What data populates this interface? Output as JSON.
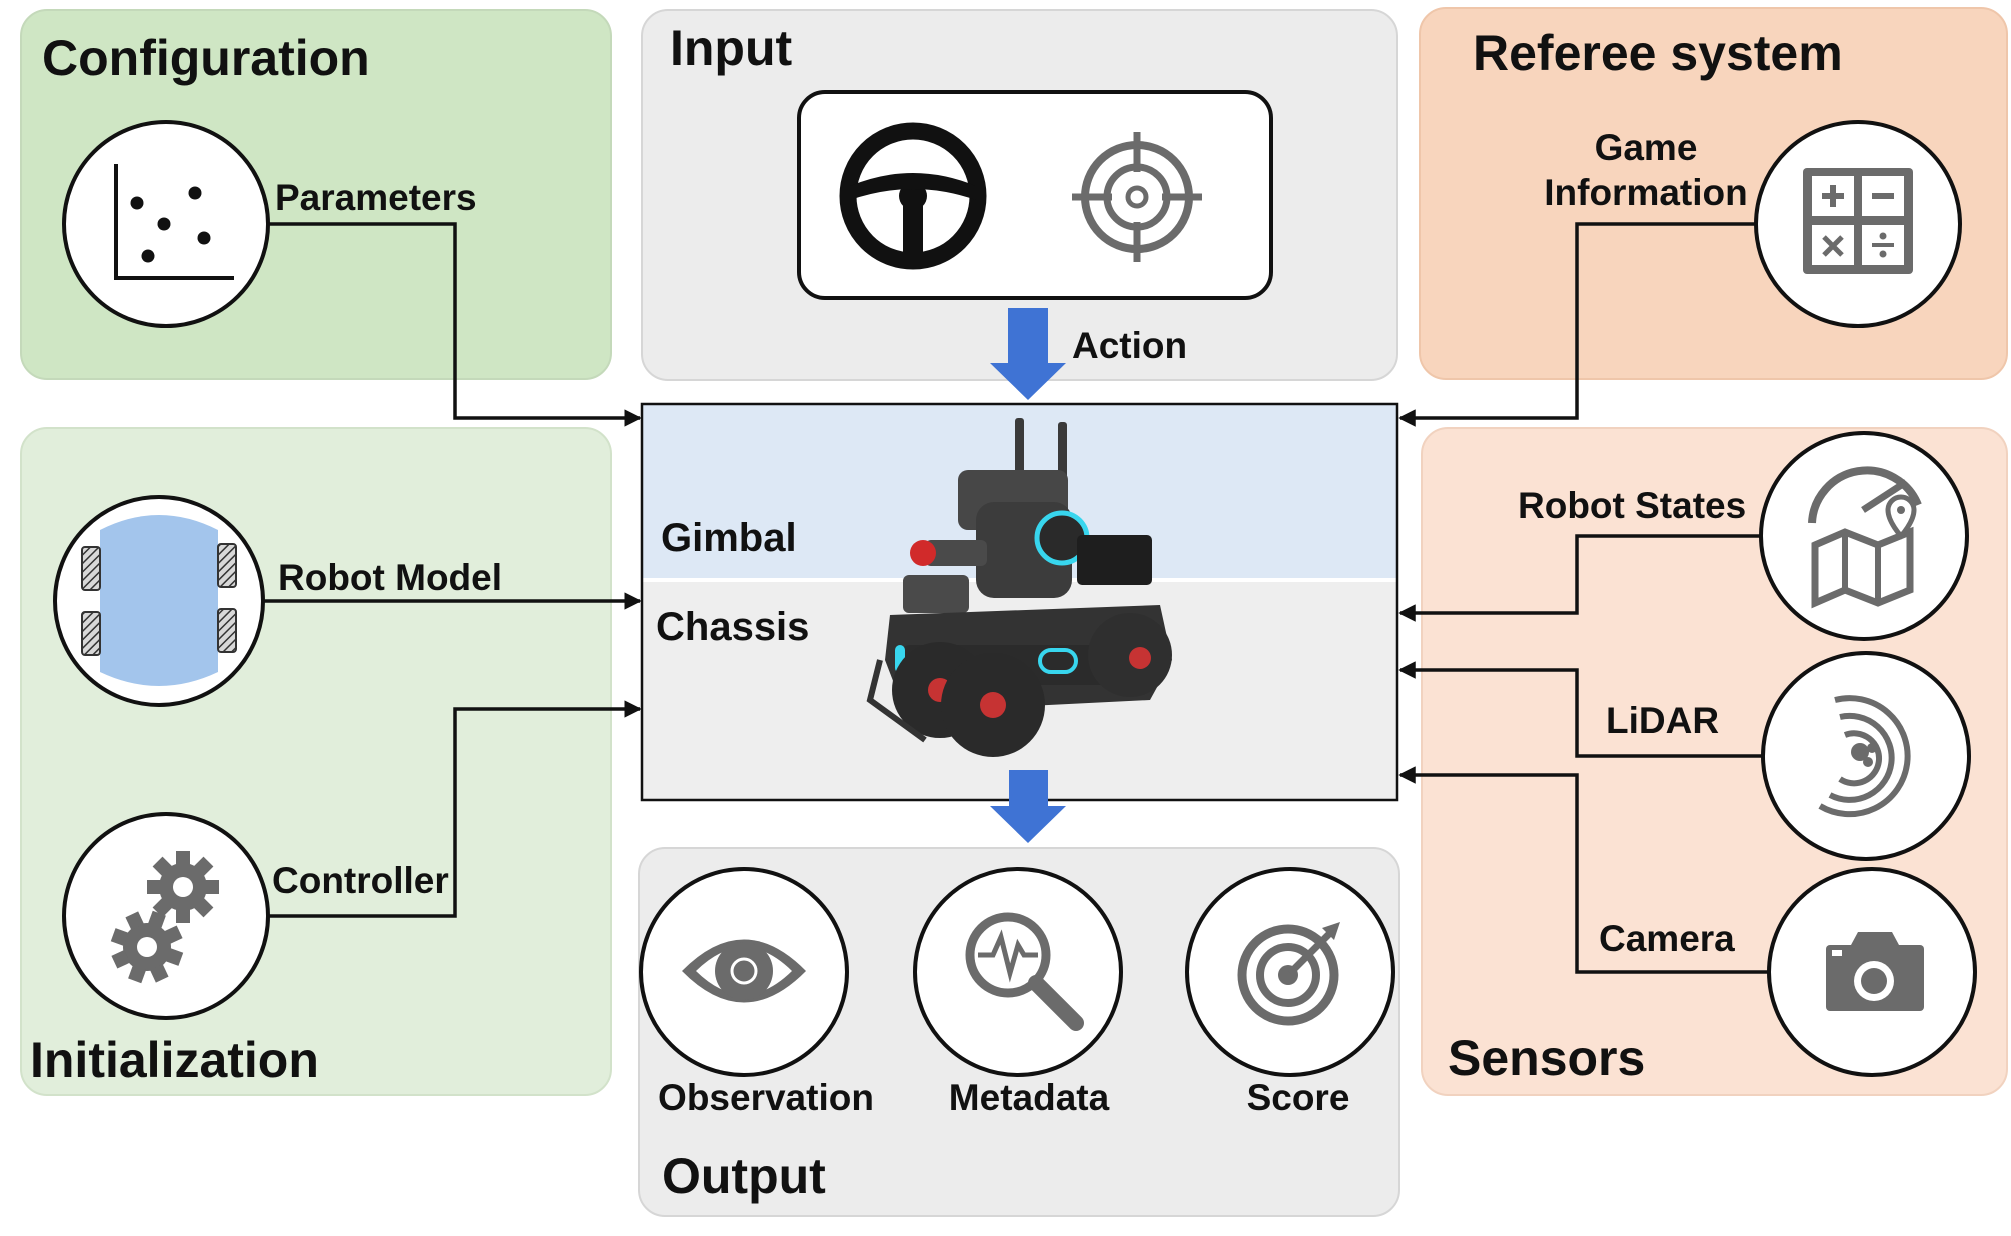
{
  "panels": {
    "configuration": {
      "title": "Configuration",
      "items": [
        {
          "label": "Parameters",
          "icon": "scatter-plot-icon"
        }
      ]
    },
    "input": {
      "title": "Input",
      "icons": [
        "steering-wheel-icon",
        "crosshair-target-icon"
      ],
      "arrow_label": "Action"
    },
    "referee": {
      "title": "Referee system",
      "items": [
        {
          "label_line1": "Game",
          "label_line2": "Information",
          "icon": "calculator-icon"
        }
      ]
    },
    "initialization": {
      "title": "Initialization",
      "items": [
        {
          "label": "Robot Model",
          "icon": "robot-chassis-topview-icon"
        },
        {
          "label": "Controller",
          "icon": "gears-icon"
        }
      ]
    },
    "sensors": {
      "title": "Sensors",
      "items": [
        {
          "label": "Robot States",
          "icon": "gauge-map-icon"
        },
        {
          "label": "LiDAR",
          "icon": "radar-sweep-icon"
        },
        {
          "label": "Camera",
          "icon": "camera-icon"
        }
      ]
    },
    "robot": {
      "gimbal_label": "Gimbal",
      "chassis_label": "Chassis",
      "image": "robot-photo"
    },
    "output": {
      "title": "Output",
      "items": [
        {
          "label": "Observation",
          "icon": "eye-icon"
        },
        {
          "label": "Metadata",
          "icon": "magnifier-waveform-icon"
        },
        {
          "label": "Score",
          "icon": "dartboard-icon"
        }
      ]
    }
  },
  "colors": {
    "configuration_bg": "#cfe6c4",
    "initialization_bg": "#e1eedb",
    "referee_bg": "#f8d5bd",
    "sensors_bg": "#fbe2d3",
    "input_output_bg": "#ececec",
    "gimbal_bg": "#dde8f5",
    "chassis_bg": "#eeeeee",
    "arrow_blue": "#3f73d4",
    "icon_grey": "#6b6b6b"
  }
}
